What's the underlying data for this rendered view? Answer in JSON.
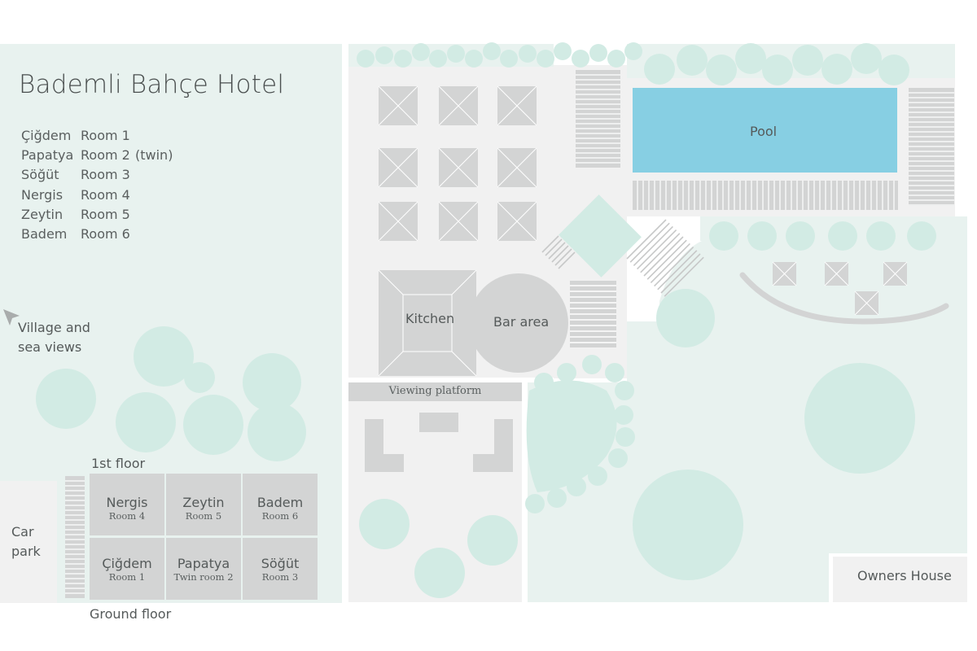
{
  "title": "Bademli Bahçe Hotel",
  "legend": [
    {
      "name": "Çiğdem",
      "room": "Room 1",
      "note": ""
    },
    {
      "name": "Papatya",
      "room": "Room 2",
      "note": "(twin)"
    },
    {
      "name": "Söğüt",
      "room": "Room 3",
      "note": ""
    },
    {
      "name": "Nergis",
      "room": "Room 4",
      "note": ""
    },
    {
      "name": "Zeytin",
      "room": "Room 5",
      "note": ""
    },
    {
      "name": "Badem",
      "room": "Room 6",
      "note": ""
    }
  ],
  "labels": {
    "views_line1": "Village and",
    "views_line2": "sea views",
    "first_floor": "1st floor",
    "ground_floor": "Ground floor",
    "car_park_line1": "Car",
    "car_park_line2": "park",
    "kitchen": "Kitchen",
    "bar": "Bar area",
    "viewing_platform": "Viewing platform",
    "pool": "Pool",
    "owners_house": "Owners House"
  },
  "rooms_first_floor": [
    {
      "name": "Nergis",
      "sub": "Room 4"
    },
    {
      "name": "Zeytin",
      "sub": "Room 5"
    },
    {
      "name": "Badem",
      "sub": "Room 6"
    }
  ],
  "rooms_ground_floor": [
    {
      "name": "Çiğdem",
      "sub": "Room 1"
    },
    {
      "name": "Papatya",
      "sub": "Twin room 2"
    },
    {
      "name": "Söğüt",
      "sub": "Room 3"
    }
  ],
  "colors": {
    "garden": "#e8f2ef",
    "tree": "#d2ebe4",
    "paving": "#f1f1f1",
    "structure": "#d3d4d4",
    "pool": "#87cfe3",
    "text": "#555a5a"
  },
  "icons": [
    "arrow-pointer-icon"
  ]
}
